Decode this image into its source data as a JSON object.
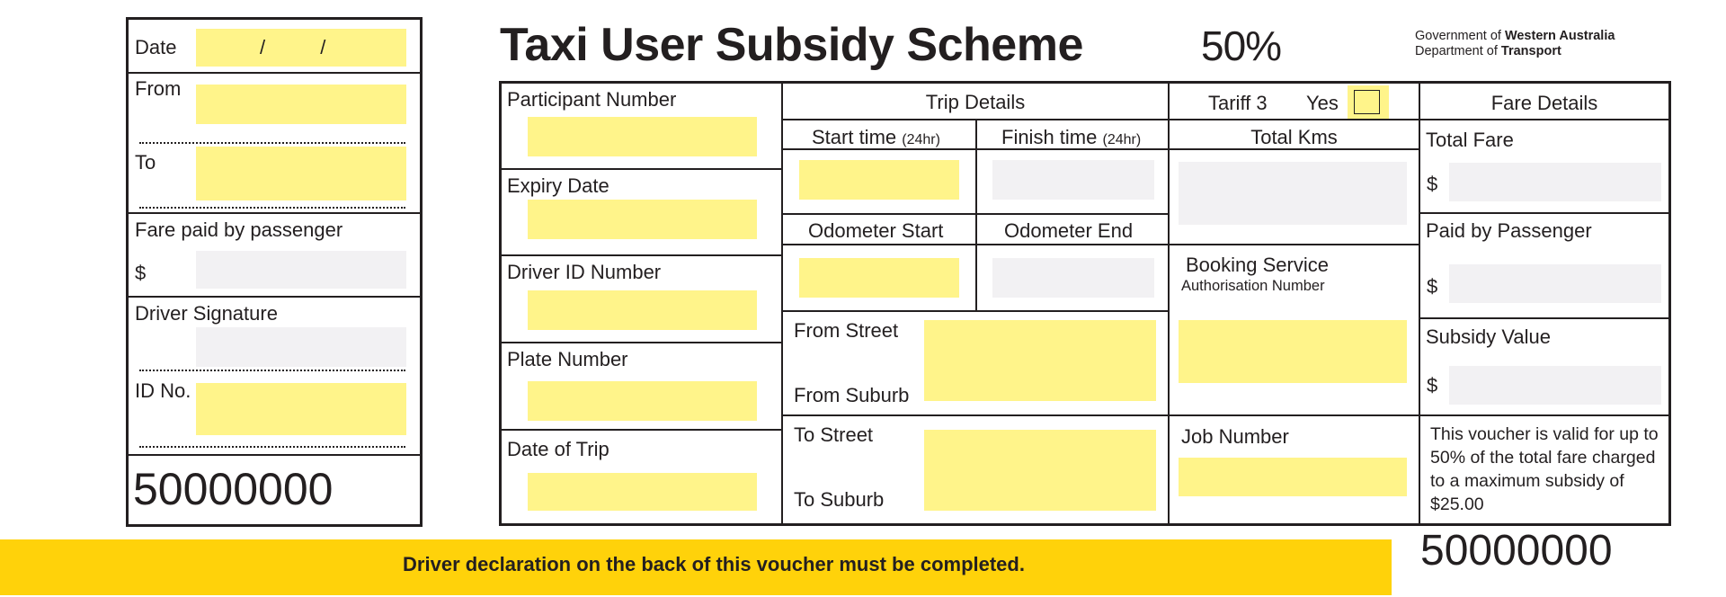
{
  "title": "Taxi User Subsidy Scheme",
  "percent": "50%",
  "gov": {
    "prefix1": "Government of ",
    "name1": "Western Australia",
    "prefix2": "Department of ",
    "name2": "Transport"
  },
  "stub": {
    "date_label": "Date",
    "date_value": "/          /",
    "from_label": "From",
    "to_label": "To",
    "fare_label": "Fare paid by passenger",
    "currency": "$",
    "signature_label": "Driver Signature",
    "id_label": "ID No.",
    "serial": "50000000"
  },
  "main": {
    "participant_label": "Participant Number",
    "expiry_label": "Expiry Date",
    "driver_id_label": "Driver ID Number",
    "plate_label": "Plate Number",
    "date_trip_label": "Date of Trip",
    "trip_details_label": "Trip Details",
    "start_time_label": "Start time",
    "finish_time_label": "Finish time",
    "hr_note": "(24hr)",
    "odo_start_label": "Odometer Start",
    "odo_end_label": "Odometer End",
    "from_street_label": "From Street",
    "from_suburb_label": "From Suburb",
    "to_street_label": "To Street",
    "to_suburb_label": "To Suburb",
    "tariff_label": "Tariff 3",
    "yes_label": "Yes",
    "total_kms_label": "Total Kms",
    "booking_label": "Booking Service",
    "auth_label": "Authorisation Number",
    "job_label": "Job Number",
    "fare_details_label": "Fare Details",
    "total_fare_label": "Total Fare",
    "paid_label": "Paid by Passenger",
    "subsidy_label": "Subsidy Value",
    "currency": "$",
    "note": "This voucher is valid for up to 50% of the total fare charged to a maximum subsidy of $25.00"
  },
  "footer": {
    "declaration": "Driver declaration on the back of this voucher must be completed.",
    "serial": "50000000"
  },
  "colors": {
    "field_yellow": "#fff48a",
    "field_grey": "#f2f1f3",
    "banner": "#ffd20a",
    "ink": "#231f20"
  }
}
